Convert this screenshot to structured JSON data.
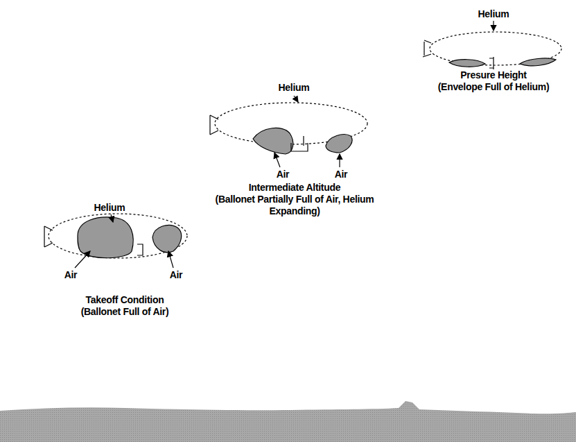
{
  "diagram": {
    "labels": [
      "Helium",
      "Presure Height",
      "(Envelope Full of Helium)",
      "Helium",
      "Air",
      "Air",
      "Intermediate Altitude",
      "(Ballonet Partially Full of Air, Helium Expanding)",
      "Helium",
      "Air",
      "Air",
      "Takeoff Condition",
      "(Ballonet Full of Air)"
    ]
  }
}
